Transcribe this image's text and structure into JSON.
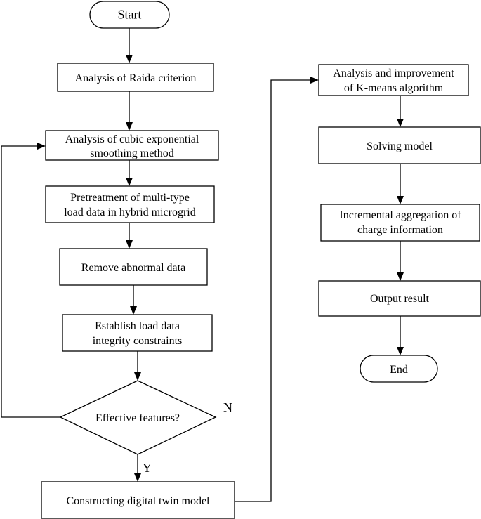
{
  "nodes": {
    "start": "Start",
    "raida": "Analysis of Raida criterion",
    "cubic": [
      "Analysis of cubic exponential",
      "smoothing method"
    ],
    "pretreat": [
      "Pretreatment of multi-type",
      "load data in hybrid microgrid"
    ],
    "remove": "Remove abnormal data",
    "establish": [
      "Establish load data",
      "integrity constraints"
    ],
    "decision": "Effective features?",
    "twin": "Constructing digital twin model",
    "kmeans": [
      "Analysis and improvement",
      "of K-means algorithm"
    ],
    "solving": "Solving model",
    "incremental": [
      "Incremental aggregation of",
      "charge information"
    ],
    "output": "Output result",
    "end": "End"
  },
  "labels": {
    "no": "N",
    "yes": "Y"
  }
}
